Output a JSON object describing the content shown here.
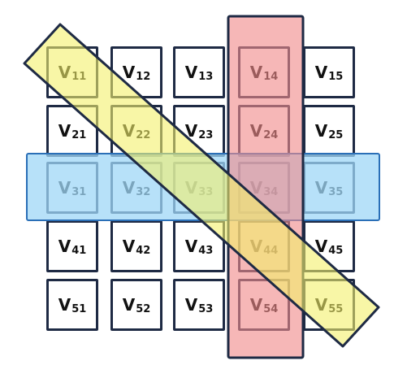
{
  "grid": {
    "letter": "V",
    "rows": [
      [
        "11",
        "12",
        "13",
        "14",
        "15"
      ],
      [
        "21",
        "22",
        "23",
        "24",
        "25"
      ],
      [
        "31",
        "32",
        "33",
        "34",
        "35"
      ],
      [
        "41",
        "42",
        "43",
        "44",
        "45"
      ],
      [
        "51",
        "52",
        "53",
        "54",
        "55"
      ]
    ]
  },
  "highlights": {
    "row_band": {
      "row": 3,
      "fill": "#9fd7f7",
      "stroke": "#2a6fb7"
    },
    "column_band": {
      "column": 4,
      "fill": "#f08a8a",
      "stroke": "#1e2a44"
    },
    "diagonal_band": {
      "fill": "#f3f06a",
      "stroke": "#1e2a44"
    }
  },
  "colors": {
    "cell_border": "#1e2a44",
    "text": "#111111"
  }
}
